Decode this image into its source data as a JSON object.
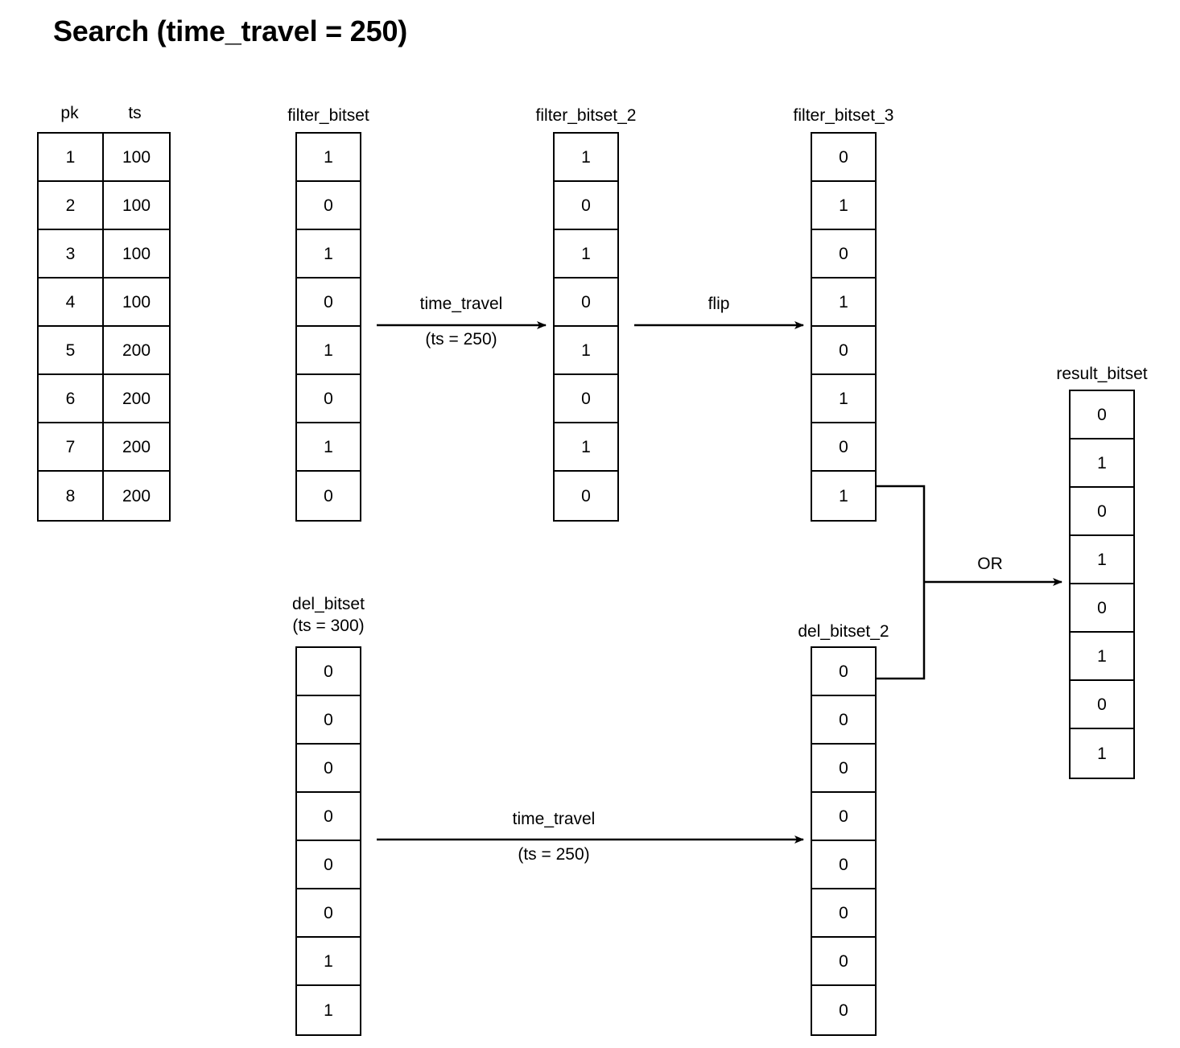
{
  "title": "Search (time_travel = 250)",
  "table": {
    "name": "source-table",
    "columns": [
      "pk",
      "ts"
    ],
    "rows": [
      [
        "1",
        "100"
      ],
      [
        "2",
        "100"
      ],
      [
        "3",
        "100"
      ],
      [
        "4",
        "100"
      ],
      [
        "5",
        "200"
      ],
      [
        "6",
        "200"
      ],
      [
        "7",
        "200"
      ],
      [
        "8",
        "200"
      ]
    ]
  },
  "bitsets": {
    "filter_bitset": {
      "label": "filter_bitset",
      "sublabel": "",
      "bits": [
        "1",
        "0",
        "1",
        "0",
        "1",
        "0",
        "1",
        "0"
      ]
    },
    "filter_bitset_2": {
      "label": "filter_bitset_2",
      "sublabel": "",
      "bits": [
        "1",
        "0",
        "1",
        "0",
        "1",
        "0",
        "1",
        "0"
      ]
    },
    "filter_bitset_3": {
      "label": "filter_bitset_3",
      "sublabel": "",
      "bits": [
        "0",
        "1",
        "0",
        "1",
        "0",
        "1",
        "0",
        "1"
      ]
    },
    "del_bitset": {
      "label": "del_bitset",
      "sublabel": "(ts = 300)",
      "bits": [
        "0",
        "0",
        "0",
        "0",
        "0",
        "0",
        "1",
        "1"
      ]
    },
    "del_bitset_2": {
      "label": "del_bitset_2",
      "sublabel": "",
      "bits": [
        "0",
        "0",
        "0",
        "0",
        "0",
        "0",
        "0",
        "0"
      ]
    },
    "result_bitset": {
      "label": "result_bitset",
      "sublabel": "",
      "bits": [
        "0",
        "1",
        "0",
        "1",
        "0",
        "1",
        "0",
        "1"
      ]
    }
  },
  "arrows": {
    "time_travel_top": {
      "line1": "time_travel",
      "line2": "(ts = 250)"
    },
    "flip": {
      "line1": "flip",
      "line2": ""
    },
    "time_travel_bottom": {
      "line1": "time_travel",
      "line2": "(ts = 250)"
    },
    "or": {
      "line1": "OR",
      "line2": ""
    }
  },
  "colors": {
    "stroke": "#000000",
    "background": "#ffffff",
    "text": "#000000"
  }
}
